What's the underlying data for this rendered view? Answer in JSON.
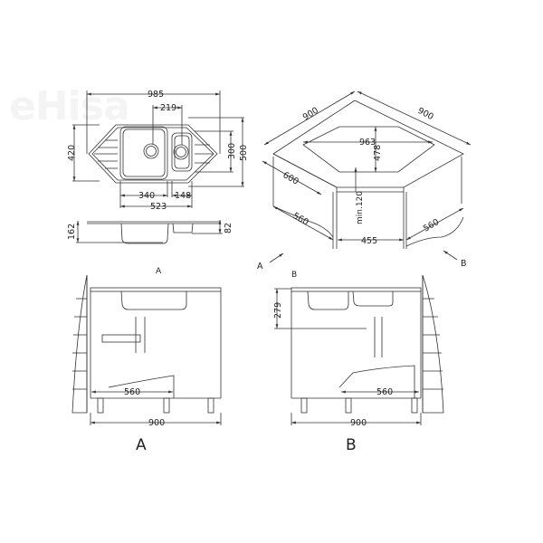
{
  "watermark": {
    "text": "eHisa",
    "color": "#f2f2f2"
  },
  "colors": {
    "line": "#333333",
    "background": "#ffffff",
    "text": "#222222"
  },
  "top_view": {
    "overall_width": "985",
    "bowl_spacing": "219",
    "height_left": "420",
    "height_inner": "300",
    "height_outer": "500",
    "main_bowl_width": "340",
    "small_bowl_width": "148",
    "bowls_total_width": "523"
  },
  "side_view": {
    "total_depth": "162",
    "small_bowl_depth": "82"
  },
  "iso_view": {
    "side_left": "900",
    "side_right": "900",
    "cutout_width": "963",
    "cutout_depth": "478",
    "counter_depth": "600",
    "cabinet_left": "560",
    "cabinet_right": "560",
    "front_width": "455",
    "min_label": "min.120",
    "arrow_a": "A",
    "arrow_b": "B"
  },
  "section_a": {
    "title": "A",
    "caption": "A",
    "inner_width": "560",
    "outer_width": "900"
  },
  "section_b": {
    "title": "B",
    "caption": "B",
    "drain_height": "279",
    "inner_width": "560",
    "outer_width": "900"
  }
}
